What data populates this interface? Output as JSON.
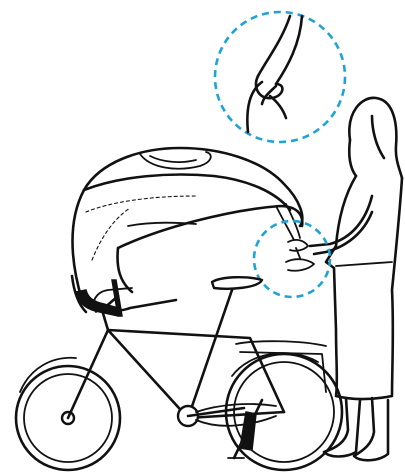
{
  "figure": {
    "alt": "",
    "style": "black line drawing on white"
  },
  "colors": {
    "line": "#111111",
    "background": "#ffffff",
    "callout": "#1fa3d6"
  },
  "callouts": [
    {
      "id": "detail-zoom",
      "shape": "dashed circle",
      "icon": "strap-hook-detail-icon"
    },
    {
      "id": "hand-area",
      "shape": "dashed circle",
      "icon": "none"
    }
  ]
}
